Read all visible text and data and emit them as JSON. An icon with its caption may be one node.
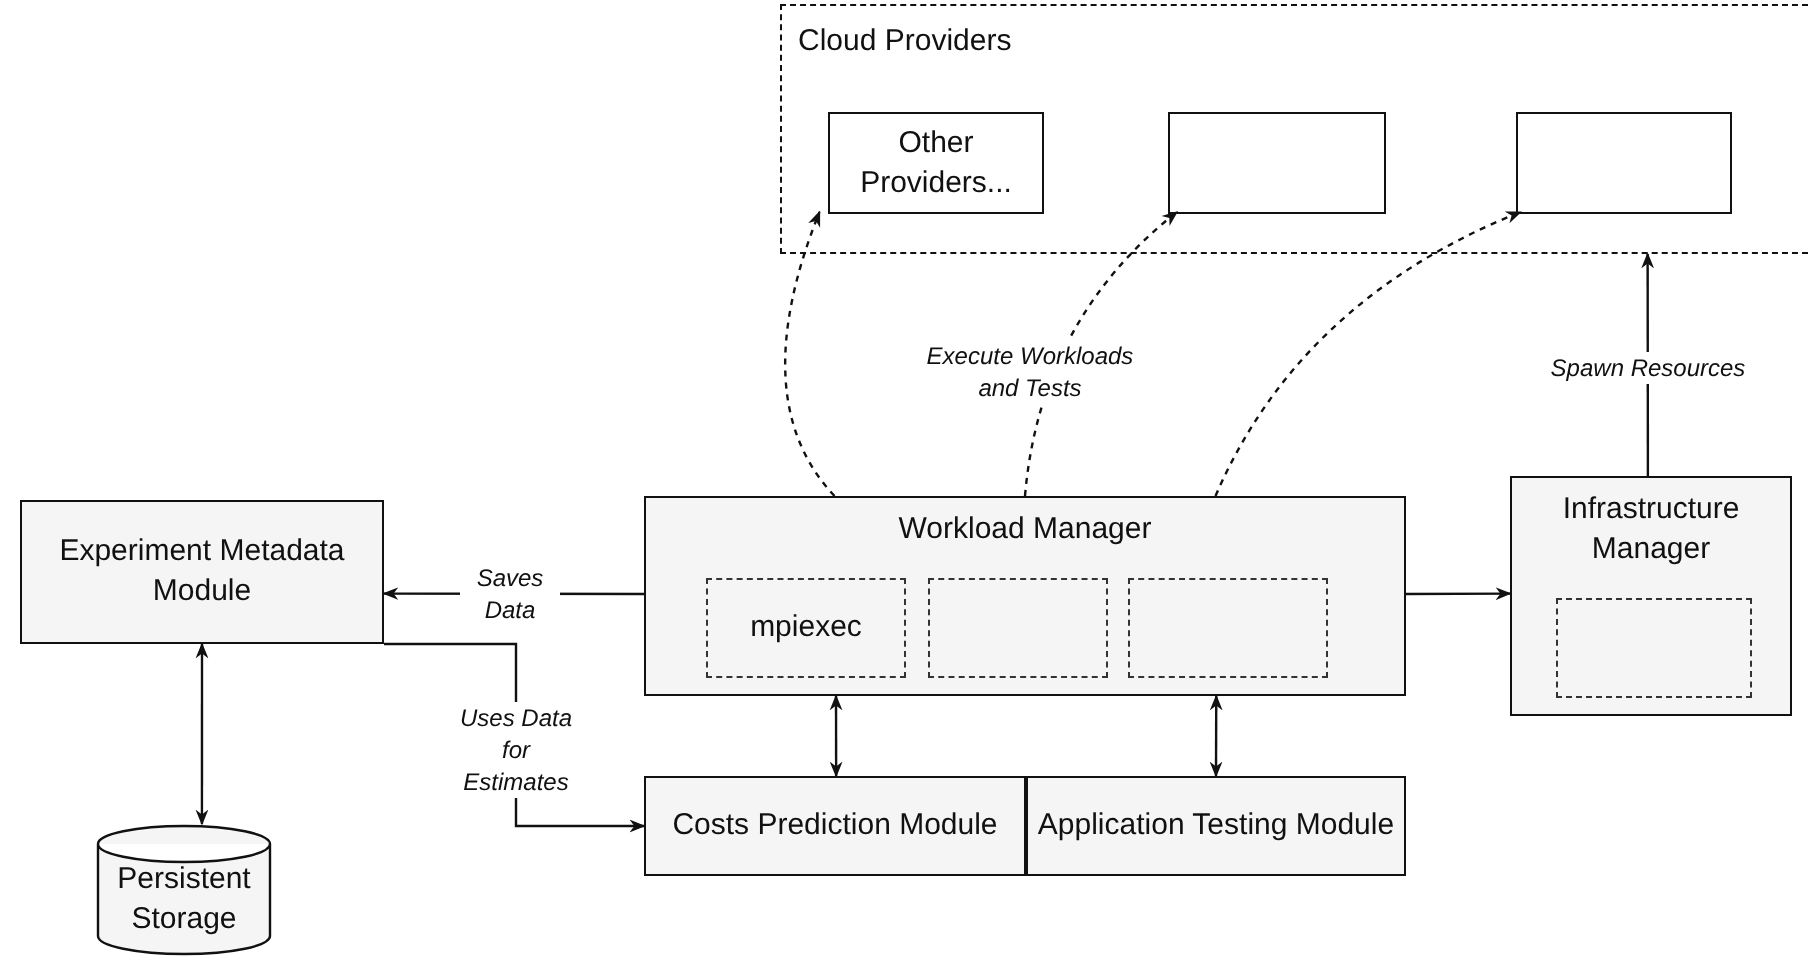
{
  "diagram": {
    "nodes": [
      {
        "text": [
          "Cloud Providers"
        ]
      },
      {
        "text": [
          "Other Providers..."
        ],
        "in": 0
      },
      {
        "text": [],
        "shape": "box",
        "in": 0
      },
      {
        "text": [],
        "shape": "box",
        "in": 0
      },
      {
        "text": [
          "Experiment Metadata Module"
        ]
      },
      {
        "text": [
          "Workload Manager"
        ]
      },
      {
        "text": [
          "mpiexec"
        ],
        "in": 5
      },
      {
        "text": [],
        "shape": "box",
        "in": 5
      },
      {
        "text": [],
        "shape": "box",
        "in": 5
      },
      {
        "text": [
          "Infrastructure Manager"
        ]
      },
      {
        "text": [],
        "shape": "box",
        "in": 9
      },
      {
        "text": [
          "Persistent Storage"
        ]
      },
      {
        "text": [
          "Costs Prediction Module"
        ]
      },
      {
        "text": [
          "Application Testing Module"
        ]
      }
    ],
    "edges": [
      {
        "from": 5,
        "to": 1,
        "arrow": "to",
        "style": "dashed"
      },
      {
        "from": 5,
        "to": 2,
        "arrow": "to",
        "style": "dashed",
        "label": "Execute Workloads and Tests"
      },
      {
        "from": 5,
        "to": 3,
        "arrow": "to",
        "style": "dashed"
      },
      {
        "from": 9,
        "to": 0,
        "arrow": "to",
        "label": "Spawn Resources"
      },
      {
        "from": 5,
        "to": 4,
        "arrow": "to",
        "label": "Saves Data"
      },
      {
        "from": 4,
        "to": 12,
        "arrow": "to",
        "label": "Uses Data for Estimates"
      },
      {
        "from": 5,
        "to": 9,
        "arrow": "to"
      },
      {
        "from": 4,
        "to": 11,
        "arrow": "both"
      },
      {
        "from": 5,
        "to": 12,
        "arrow": "both"
      },
      {
        "from": 5,
        "to": 13,
        "arrow": "both"
      }
    ]
  }
}
